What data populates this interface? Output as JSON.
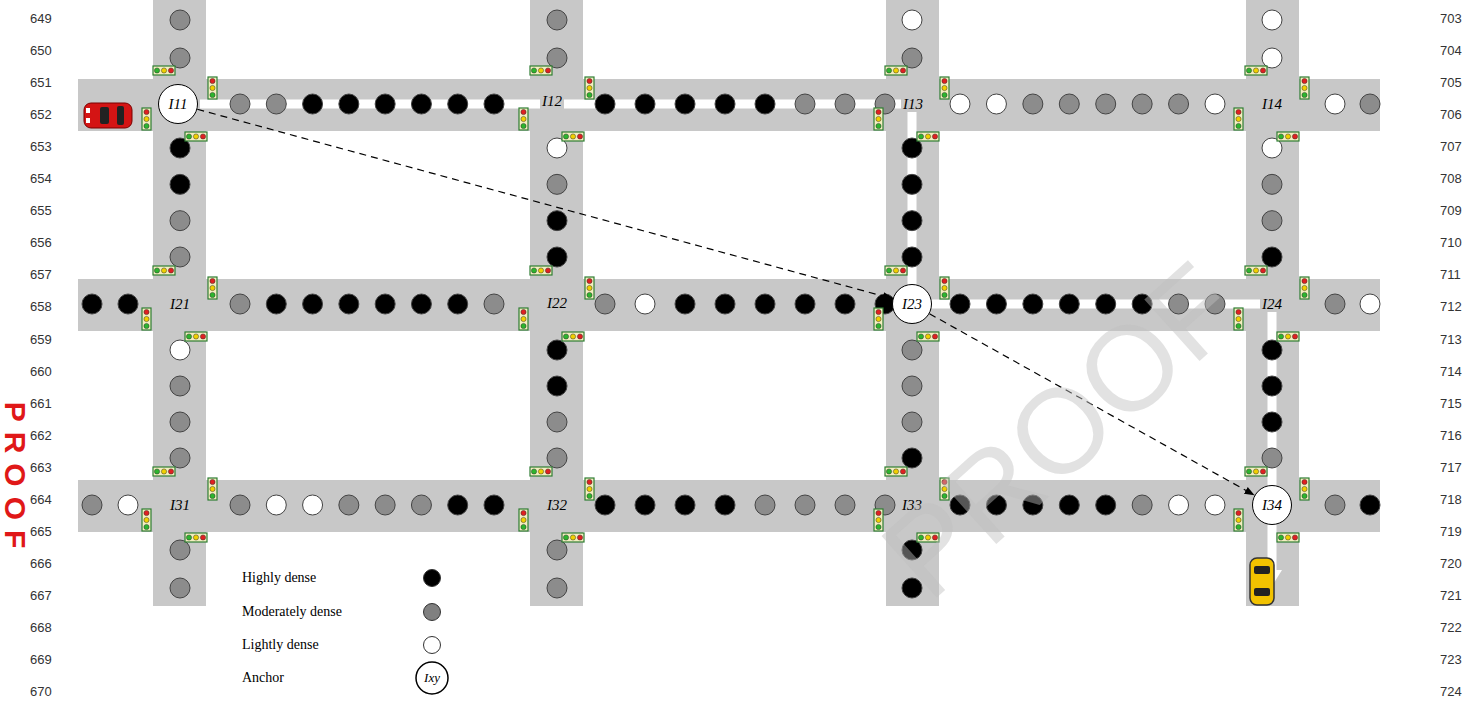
{
  "diagram": {
    "nodes": [
      {
        "text": [
          "I11"
        ]
      },
      {
        "text": [
          "I23"
        ]
      },
      {
        "text": [
          "I34"
        ]
      }
    ],
    "edges": [
      {
        "from": 0,
        "to": 1,
        "arrow": "to"
      },
      {
        "from": 1,
        "to": 2,
        "arrow": "to"
      }
    ],
    "labels": [
      "I12",
      "I13",
      "I14",
      "I21",
      "I22",
      "I24",
      "I31",
      "I32",
      "I33",
      "Ixy",
      "PROOF",
      "PROOF",
      "649",
      "650",
      "651",
      "652",
      "653",
      "654",
      "655",
      "656",
      "657",
      "658",
      "659",
      "660",
      "661",
      "662",
      "663",
      "664",
      "665",
      "666",
      "667",
      "668",
      "669",
      "670",
      "703",
      "704",
      "705",
      "706",
      "707",
      "708",
      "709",
      "710",
      "711",
      "712",
      "713",
      "714",
      "715",
      "716",
      "717",
      "718",
      "719",
      "720",
      "721",
      "722",
      "723",
      "724"
    ],
    "legend": [
      {
        "text": "Highly dense",
        "color": "#000000"
      },
      {
        "text": "Moderately dense",
        "color": "#808080"
      },
      {
        "text": "Lightly dense",
        "color": "#ffffff"
      },
      {
        "text": "Anchor"
      }
    ]
  }
}
